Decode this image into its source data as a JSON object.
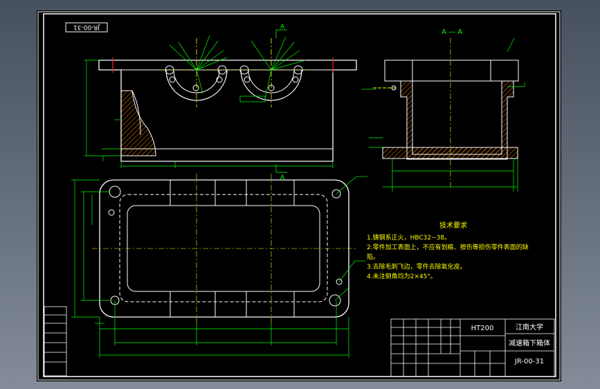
{
  "drawing_code": "JR-00-31",
  "section_label": "A — A",
  "section_marks": [
    "A",
    "A"
  ],
  "tech_requirements": {
    "title": "技术要求",
    "items": [
      "1.铸钢系正火，HBC32~38。",
      "2.零件加工表面上，不应有划痕、擦伤等损伤零件表面的缺",
      "陷。",
      "3.去除毛刺飞边，零件去除氧化皮。",
      "4.未注倒角均为2×45°。"
    ]
  },
  "title_block": {
    "material": "HT200",
    "school": "江南大学",
    "part_name": "减速箱下箱体",
    "drawing_no": "JR-00-31"
  },
  "colors": {
    "outline": "#ffffff",
    "dimension": "#00ff00",
    "centerline": "#ffff00",
    "hatch": "#ff8000",
    "cut": "#ff2020"
  }
}
